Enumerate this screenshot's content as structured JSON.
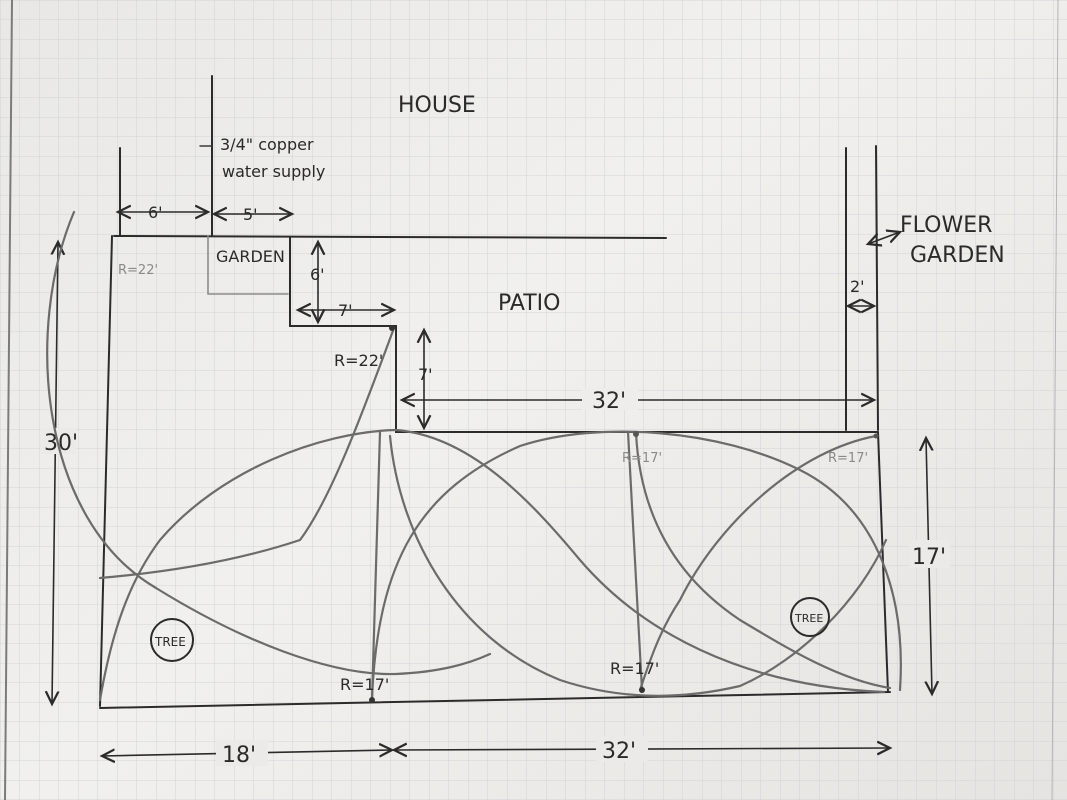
{
  "labels": {
    "house": "HOUSE",
    "patio": "PATIO",
    "copper_line1": "3/4\" copper",
    "copper_line2": "water supply",
    "garden": "GARDEN",
    "flower_line1": "FLOWER",
    "flower_line2": "GARDEN",
    "tree": "TREE"
  },
  "dimensions": {
    "six_ft_top": "6'",
    "five_ft": "5'",
    "six_ft_vert": "6'",
    "seven_ft_horiz": "7'",
    "seven_ft_vert": "7'",
    "two_ft": "2'",
    "thirty_two_patio": "32'",
    "thirty_ft": "30'",
    "seventeen_ft": "17'",
    "eighteen_ft": "18'",
    "thirty_two_bottom": "32'"
  },
  "radii": {
    "r22_faint": "R=22'",
    "r22": "R=22'",
    "r17_top_mid": "R=17'",
    "r17_top_right": "R=17'",
    "r17_bottom_left": "R=17'",
    "r17_bottom_mid": "R=17'"
  }
}
